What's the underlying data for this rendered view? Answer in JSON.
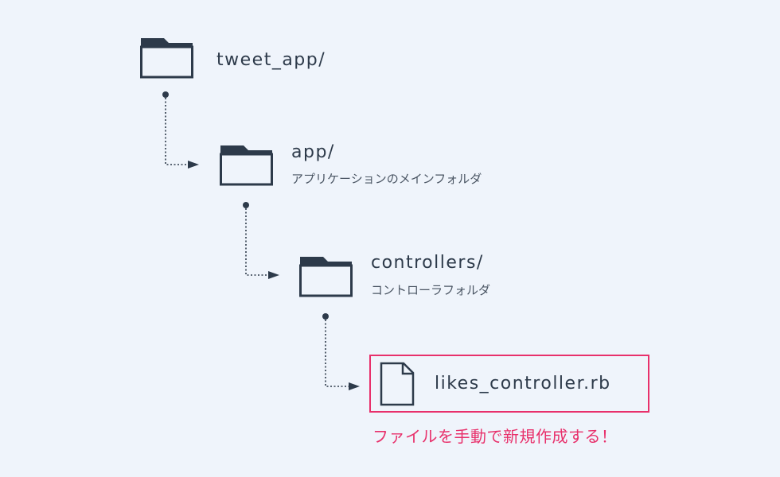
{
  "tree": {
    "root": {
      "name": "tweet_app/",
      "icon": "folder-icon"
    },
    "app": {
      "name": "app/",
      "description": "アプリケーションのメインフォルダ",
      "icon": "folder-icon"
    },
    "controllers": {
      "name": "controllers/",
      "description": "コントローラフォルダ",
      "icon": "folder-icon"
    },
    "file": {
      "name": "likes_controller.rb",
      "icon": "file-icon"
    }
  },
  "note": "ファイルを手動で新規作成する！",
  "colors": {
    "background": "#eff4fb",
    "icon": "#2d3a4a",
    "accent": "#e8306b"
  }
}
